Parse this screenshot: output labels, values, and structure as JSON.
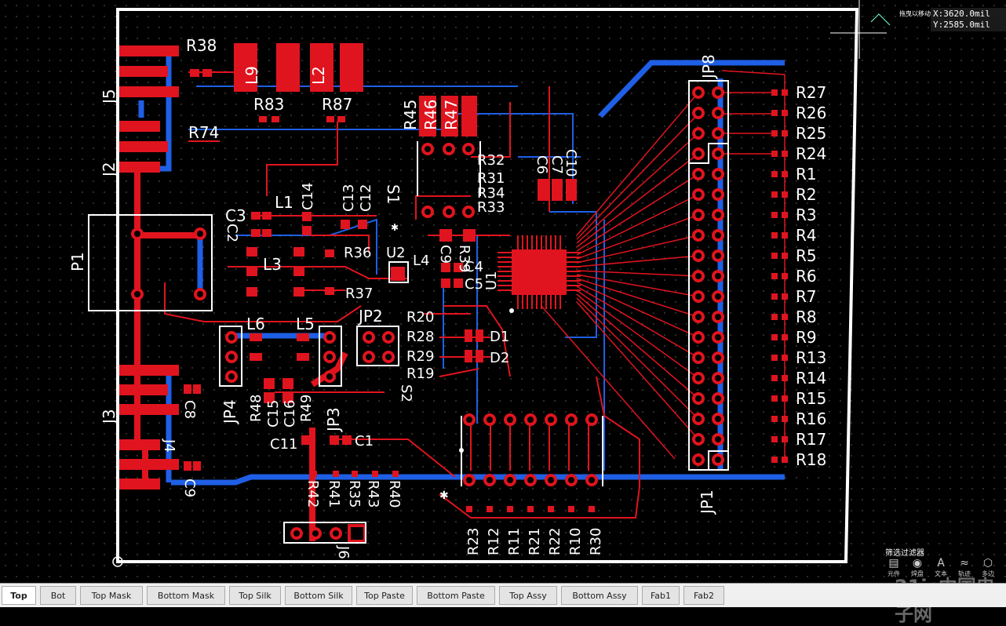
{
  "coords": {
    "x": "X:3620.0mil",
    "y": "Y:2585.0mil"
  },
  "hint_text": "拖曳以移动",
  "filter": {
    "title": "筛选过滤器",
    "tools": [
      "元件",
      "焊盘",
      "文本",
      "轨迹",
      "多边"
    ]
  },
  "watermark": "21ic中国电子网",
  "tabs": [
    "Top",
    "Bot",
    "Top Mask",
    "Bottom Mask",
    "Top Silk",
    "Bottom Silk",
    "Top Paste",
    "Bottom Paste",
    "Top Assy",
    "Bottom Assy",
    "Fab1",
    "Fab2"
  ],
  "active_tab": "Top",
  "labels": {
    "r38": "R38",
    "j5": "J5",
    "j2": "J2",
    "r74": "R74",
    "l9": "L9",
    "r83": "R83",
    "l2": "L2",
    "r87": "R87",
    "r45": "R45",
    "r46": "R46",
    "r47": "R47",
    "s1": "S1",
    "jp8": "JP8",
    "r32": "R32",
    "r31": "R31",
    "r34": "R34",
    "r33": "R33",
    "c6": "C6",
    "c7": "C7",
    "c10": "C10",
    "l1": "L1",
    "c14": "C14",
    "c13": "C13",
    "c12": "C12",
    "c3": "C3",
    "c2": "C2",
    "p1": "P1",
    "l3": "L3",
    "r36": "R36",
    "u2": "U2",
    "l4": "L4",
    "c9": "C9",
    "r39": "R39",
    "c4": "C4",
    "c5": "C5",
    "u1": "U1",
    "r37": "R37",
    "jp2": "JP2",
    "r20": "R20",
    "r28": "R28",
    "r29": "R29",
    "r19": "R19",
    "d1": "D1",
    "d2": "D2",
    "l6": "L6",
    "l5": "L5",
    "jp4": "JP4",
    "jp3": "JP3",
    "r48": "R48",
    "c15": "C15",
    "c16": "C16",
    "r49": "R49",
    "j3": "J3",
    "c8": "C8",
    "s2": "S2",
    "c11": "C11",
    "c1": "C1",
    "j4": "J4",
    "c9b": "C9",
    "r42": "R42",
    "r41": "R41",
    "r35": "R35",
    "r43": "R43",
    "r40": "R40",
    "j6": "J6",
    "jp1": "JP1",
    "r23": "R23",
    "r12": "R12",
    "r11": "R11",
    "r21": "R21",
    "r22": "R22",
    "r10": "R10",
    "r30": "R30",
    "right_resistors": [
      "R27",
      "R26",
      "R25",
      "R24",
      "R1",
      "R2",
      "R3",
      "R4",
      "R5",
      "R6",
      "R7",
      "R8",
      "R9",
      "R13",
      "R14",
      "R15",
      "R16",
      "R17",
      "R18"
    ]
  },
  "colors": {
    "top_copper": "#e0141e",
    "bottom_copper": "#1f5fe6",
    "silk": "#ffffff",
    "bg": "#000000"
  }
}
